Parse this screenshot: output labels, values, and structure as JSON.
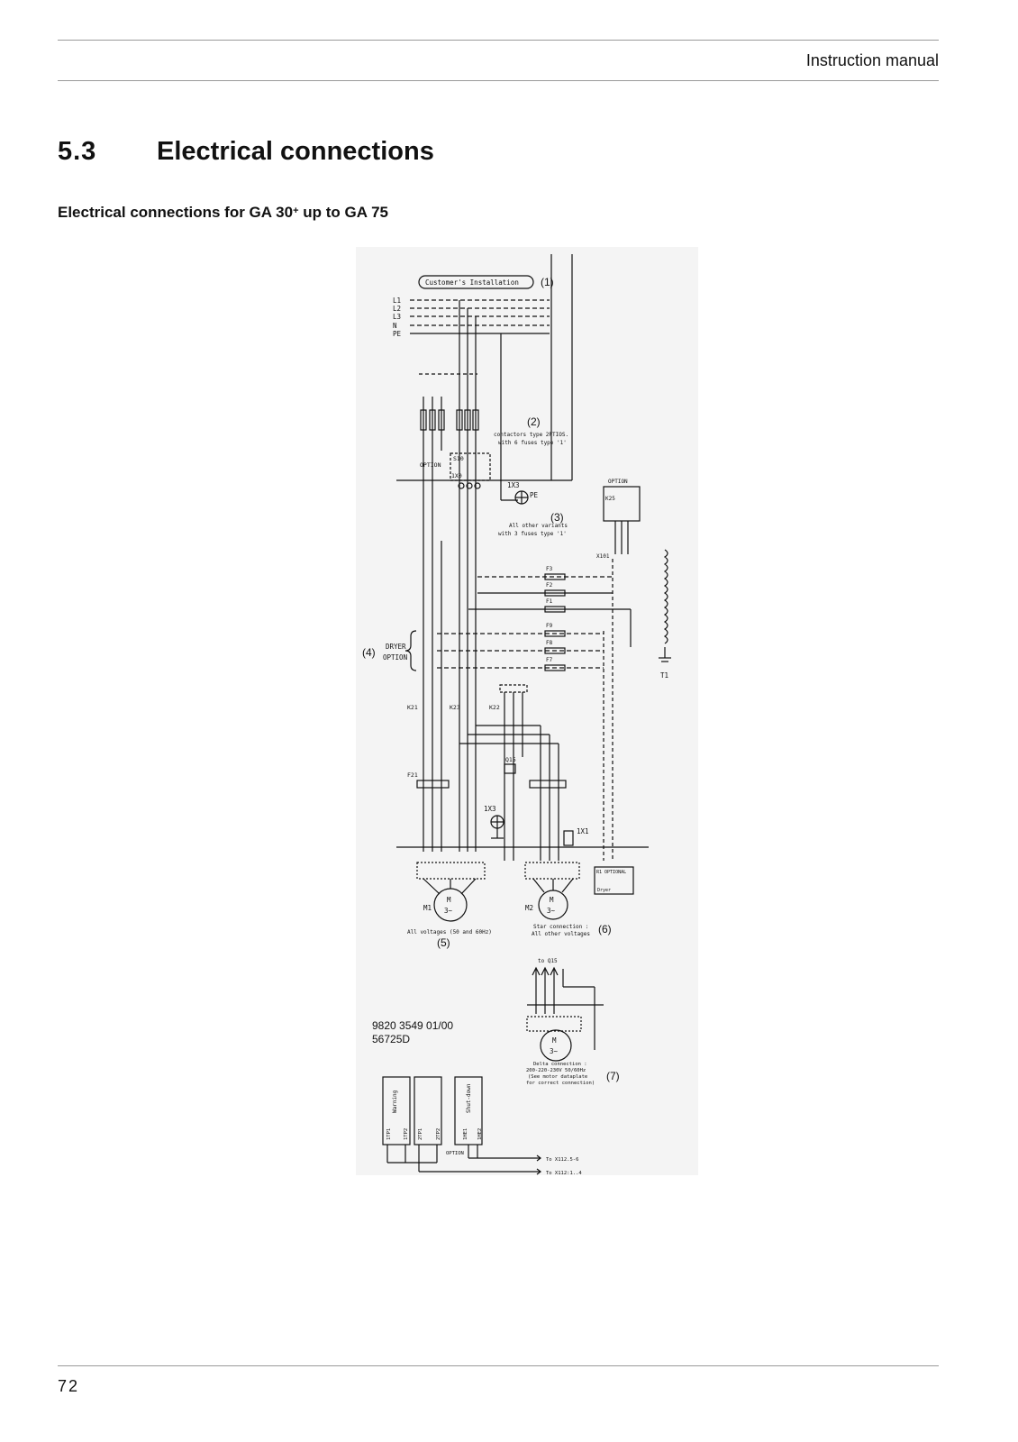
{
  "header": {
    "title": "Instruction manual"
  },
  "section": {
    "number": "5.3",
    "title": "Electrical connections"
  },
  "subtitle": {
    "prefix": "Electrical connections for GA 30",
    "sup": "+",
    "suffix": " up to GA 75"
  },
  "diagram": {
    "customer_installation": "Customer's Installation",
    "callouts": [
      "(1)",
      "(2)",
      "(3)",
      "(4)",
      "(5)",
      "(6)",
      "(7)"
    ],
    "supply_lines": [
      "L1",
      "L2",
      "L3",
      "N",
      "PE"
    ],
    "contactors_note_1": "contactors type 2PTIOS.",
    "contactors_note_2": "with 6 fuses type '1'",
    "other_variants_1": "All other variants",
    "other_variants_2": "with 3 fuses type '1'",
    "option": "OPTION",
    "dryer_option_1": "DRYER",
    "dryer_option_2": "OPTION",
    "terminal_1x3": "1X3",
    "pe": "PE",
    "s10": "S10",
    "x0": "1X0",
    "k25": "K25",
    "x101": "X101",
    "t1": "T1",
    "fuses": [
      "F3",
      "F2",
      "F1",
      "F9",
      "F8",
      "F7"
    ],
    "contactors": [
      "K21",
      "K23",
      "K22"
    ],
    "f21": "F21",
    "q15": "Q15",
    "terminal_1x1": "1X1",
    "m1": "M1",
    "m2": "M2",
    "motor_m": "M",
    "motor_3": "3~",
    "r1_optional": "R1  OPTIONAL",
    "dryer": "Dryer",
    "caption_m1": "All voltages (50 and 60Hz)",
    "caption_star_1": "Star connection :",
    "caption_star_2": "All other voltages",
    "to_q15": "to Q15",
    "delta_1": "Delta connection :",
    "delta_2": "200-220-230V 50/60Hz",
    "delta_3": "(See motor dataplate",
    "delta_4": "for correct connection)",
    "drawing_no": "9820 3549 01/00",
    "drawing_ref": "56725D",
    "sensor_labels": [
      "Warning",
      "Shut-down"
    ],
    "terminals_bottom": [
      "1TP1",
      "1TP2",
      "2TP1",
      "2TP2",
      "1HE1",
      "1HE2"
    ],
    "to_x112_56": "To X112.5-6",
    "to_x112_14": "To X112:1..4"
  },
  "footer": {
    "page_number": "72"
  }
}
